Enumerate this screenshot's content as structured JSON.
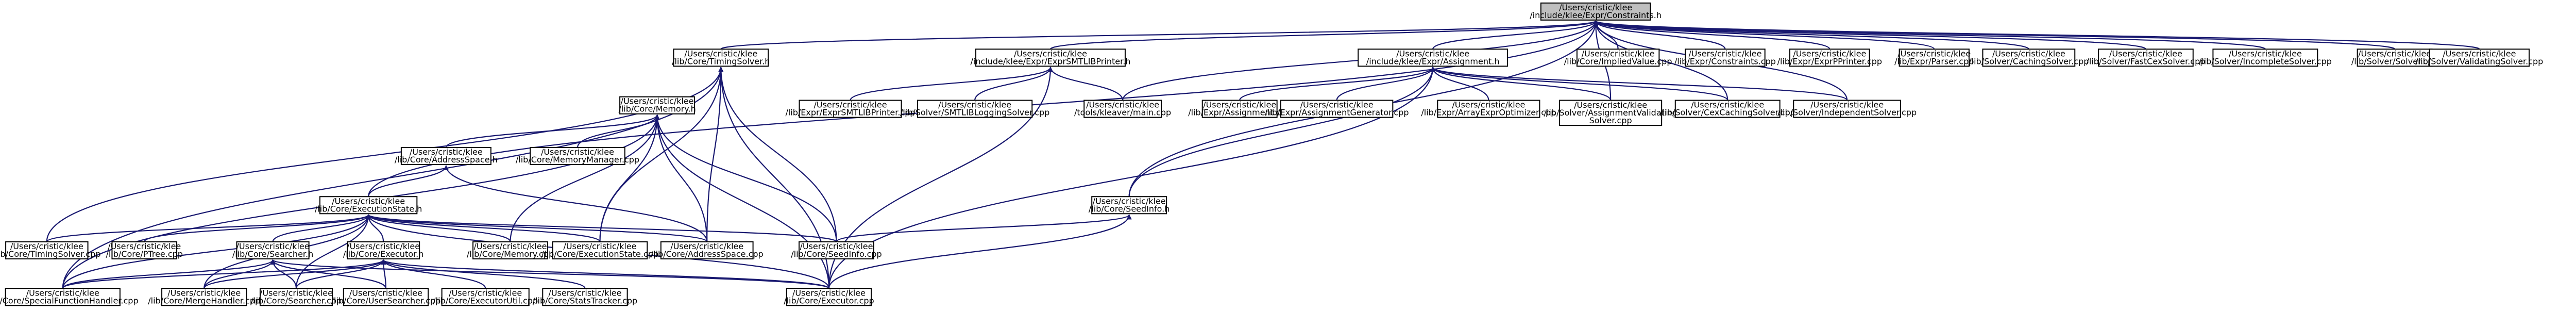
{
  "graph": {
    "title": "",
    "nodes": [
      {
        "id": "root",
        "lines": [
          "/Users/cristic/klee",
          "/include/klee/Expr/Constraints.h"
        ],
        "root": true
      },
      {
        "id": "timing",
        "lines": [
          "/Users/cristic/klee",
          "/lib/Core/TimingSolver.h"
        ]
      },
      {
        "id": "smtlibh",
        "lines": [
          "/Users/cristic/klee",
          "/include/klee/Expr/ExprSMTLIBPrinter.h"
        ]
      },
      {
        "id": "assignh",
        "lines": [
          "/Users/cristic/klee",
          "/include/klee/Expr/Assignment.h"
        ]
      },
      {
        "id": "implied",
        "lines": [
          "/Users/cristic/klee",
          "/lib/Core/ImpliedValue.cpp"
        ]
      },
      {
        "id": "constraints",
        "lines": [
          "/Users/cristic/klee",
          "/lib/Expr/Constraints.cpp"
        ]
      },
      {
        "id": "pprinter",
        "lines": [
          "/Users/cristic/klee",
          "/lib/Expr/ExprPPrinter.cpp"
        ]
      },
      {
        "id": "parser",
        "lines": [
          "/Users/cristic/klee",
          "/lib/Expr/Parser.cpp"
        ]
      },
      {
        "id": "caching",
        "lines": [
          "/Users/cristic/klee",
          "/lib/Solver/CachingSolver.cpp"
        ]
      },
      {
        "id": "fastcex",
        "lines": [
          "/Users/cristic/klee",
          "/lib/Solver/FastCexSolver.cpp"
        ]
      },
      {
        "id": "incomplete",
        "lines": [
          "/Users/cristic/klee",
          "/lib/Solver/IncompleteSolver.cpp"
        ]
      },
      {
        "id": "solver",
        "lines": [
          "/Users/cristic/klee",
          "/lib/Solver/Solver.cpp"
        ]
      },
      {
        "id": "validating",
        "lines": [
          "/Users/cristic/klee",
          "/lib/Solver/ValidatingSolver.cpp"
        ]
      },
      {
        "id": "smtlibcpp",
        "lines": [
          "/Users/cristic/klee",
          "/lib/Expr/ExprSMTLIBPrinter.cpp"
        ]
      },
      {
        "id": "smtlogging",
        "lines": [
          "/Users/cristic/klee",
          "/lib/Solver/SMTLIBLoggingSolver.cpp"
        ]
      },
      {
        "id": "kleaver",
        "lines": [
          "/Users/cristic/klee",
          "/tools/kleaver/main.cpp"
        ]
      },
      {
        "id": "assigncpp",
        "lines": [
          "/Users/cristic/klee",
          "/lib/Expr/Assignment.cpp"
        ]
      },
      {
        "id": "assigngen",
        "lines": [
          "/Users/cristic/klee",
          "/lib/Expr/AssignmentGenerator.cpp"
        ]
      },
      {
        "id": "arrayopt",
        "lines": [
          "/Users/cristic/klee",
          "/lib/Expr/ArrayExprOptimizer.cpp"
        ]
      },
      {
        "id": "assignvalid",
        "lines": [
          "/Users/cristic/klee",
          "/lib/Solver/AssignmentValidating",
          "Solver.cpp"
        ]
      },
      {
        "id": "cexcaching",
        "lines": [
          "/Users/cristic/klee",
          "/lib/Solver/CexCachingSolver.cpp"
        ]
      },
      {
        "id": "independent",
        "lines": [
          "/Users/cristic/klee",
          "/lib/Solver/IndependentSolver.cpp"
        ]
      },
      {
        "id": "memoryh",
        "lines": [
          "/Users/cristic/klee",
          "/lib/Core/Memory.h"
        ]
      },
      {
        "id": "addrspaceh",
        "lines": [
          "/Users/cristic/klee",
          "/lib/Core/AddressSpace.h"
        ]
      },
      {
        "id": "memmgr",
        "lines": [
          "/Users/cristic/klee",
          "/lib/Core/MemoryManager.cpp"
        ]
      },
      {
        "id": "seedinfoh",
        "lines": [
          "/Users/cristic/klee",
          "/lib/Core/SeedInfo.h"
        ]
      },
      {
        "id": "execstateh",
        "lines": [
          "/Users/cristic/klee",
          "/lib/Core/ExecutionState.h"
        ]
      },
      {
        "id": "timingcpp",
        "lines": [
          "/Users/cristic/klee",
          "/lib/Core/TimingSolver.cpp"
        ]
      },
      {
        "id": "ptree",
        "lines": [
          "/Users/cristic/klee",
          "/lib/Core/PTree.cpp"
        ]
      },
      {
        "id": "memorycpp",
        "lines": [
          "/Users/cristic/klee",
          "/lib/Core/Memory.cpp"
        ]
      },
      {
        "id": "execstatecpp",
        "lines": [
          "/Users/cristic/klee",
          "/lib/Core/ExecutionState.cpp"
        ]
      },
      {
        "id": "addrspacecpp",
        "lines": [
          "/Users/cristic/klee",
          "/lib/Core/AddressSpace.cpp"
        ]
      },
      {
        "id": "seedinfocpp",
        "lines": [
          "/Users/cristic/klee",
          "/lib/Core/SeedInfo.cpp"
        ]
      },
      {
        "id": "searcherh",
        "lines": [
          "/Users/cristic/klee",
          "/lib/Core/Searcher.h"
        ]
      },
      {
        "id": "executorh",
        "lines": [
          "/Users/cristic/klee",
          "/lib/Core/Executor.h"
        ]
      },
      {
        "id": "specialfn",
        "lines": [
          "/Users/cristic/klee",
          "/lib/Core/SpecialFunctionHandler.cpp"
        ]
      },
      {
        "id": "merge",
        "lines": [
          "/Users/cristic/klee",
          "/lib/Core/MergeHandler.cpp"
        ]
      },
      {
        "id": "searchercpp",
        "lines": [
          "/Users/cristic/klee",
          "/lib/Core/Searcher.cpp"
        ]
      },
      {
        "id": "usersearcher",
        "lines": [
          "/Users/cristic/klee",
          "/lib/Core/UserSearcher.cpp"
        ]
      },
      {
        "id": "executorutil",
        "lines": [
          "/Users/cristic/klee",
          "/lib/Core/ExecutorUtil.cpp"
        ]
      },
      {
        "id": "statstracker",
        "lines": [
          "/Users/cristic/klee",
          "/lib/Core/StatsTracker.cpp"
        ]
      },
      {
        "id": "executorcpp",
        "lines": [
          "/Users/cristic/klee",
          "/lib/Core/Executor.cpp"
        ]
      }
    ],
    "edges": [
      [
        "timing",
        "root"
      ],
      [
        "smtlibh",
        "root"
      ],
      [
        "assignh",
        "root"
      ],
      [
        "implied",
        "root"
      ],
      [
        "constraints",
        "root"
      ],
      [
        "pprinter",
        "root"
      ],
      [
        "parser",
        "root"
      ],
      [
        "caching",
        "root"
      ],
      [
        "fastcex",
        "root"
      ],
      [
        "incomplete",
        "root"
      ],
      [
        "solver",
        "root"
      ],
      [
        "validating",
        "root"
      ],
      [
        "kleaver",
        "root"
      ],
      [
        "seedinfoh",
        "root"
      ],
      [
        "execstateh",
        "root"
      ],
      [
        "cexcaching",
        "root"
      ],
      [
        "independent",
        "root"
      ],
      [
        "assignvalid",
        "root"
      ],
      [
        "timingcpp",
        "timing"
      ],
      [
        "execstatecpp",
        "timing"
      ],
      [
        "addrspacecpp",
        "timing"
      ],
      [
        "seedinfocpp",
        "timing"
      ],
      [
        "specialfn",
        "timing"
      ],
      [
        "executorcpp",
        "timing"
      ],
      [
        "smtlibcpp",
        "smtlibh"
      ],
      [
        "smtlogging",
        "smtlibh"
      ],
      [
        "kleaver",
        "smtlibh"
      ],
      [
        "executorcpp",
        "smtlibh"
      ],
      [
        "assigncpp",
        "assignh"
      ],
      [
        "assigngen",
        "assignh"
      ],
      [
        "arrayopt",
        "assignh"
      ],
      [
        "assignvalid",
        "assignh"
      ],
      [
        "cexcaching",
        "assignh"
      ],
      [
        "independent",
        "assignh"
      ],
      [
        "seedinfoh",
        "assignh"
      ],
      [
        "executorcpp",
        "assignh"
      ],
      [
        "addrspaceh",
        "memoryh"
      ],
      [
        "memmgr",
        "memoryh"
      ],
      [
        "memorycpp",
        "memoryh"
      ],
      [
        "execstatecpp",
        "memoryh"
      ],
      [
        "addrspacecpp",
        "memoryh"
      ],
      [
        "seedinfocpp",
        "memoryh"
      ],
      [
        "specialfn",
        "memoryh"
      ],
      [
        "executorcpp",
        "memoryh"
      ],
      [
        "execstateh",
        "addrspaceh"
      ],
      [
        "addrspacecpp",
        "addrspaceh"
      ],
      [
        "seedinfocpp",
        "seedinfoh"
      ],
      [
        "executorcpp",
        "seedinfoh"
      ],
      [
        "timingcpp",
        "execstateh"
      ],
      [
        "ptree",
        "execstateh"
      ],
      [
        "memorycpp",
        "execstateh"
      ],
      [
        "execstatecpp",
        "execstateh"
      ],
      [
        "addrspacecpp",
        "execstateh"
      ],
      [
        "seedinfocpp",
        "execstateh"
      ],
      [
        "searcherh",
        "execstateh"
      ],
      [
        "executorh",
        "execstateh"
      ],
      [
        "specialfn",
        "execstateh"
      ],
      [
        "merge",
        "execstateh"
      ],
      [
        "searchercpp",
        "execstateh"
      ],
      [
        "executorcpp",
        "execstateh"
      ],
      [
        "specialfn",
        "searcherh"
      ],
      [
        "merge",
        "searcherh"
      ],
      [
        "searchercpp",
        "searcherh"
      ],
      [
        "usersearcher",
        "searcherh"
      ],
      [
        "executorcpp",
        "searcherh"
      ],
      [
        "specialfn",
        "executorh"
      ],
      [
        "merge",
        "executorh"
      ],
      [
        "searchercpp",
        "executorh"
      ],
      [
        "usersearcher",
        "executorh"
      ],
      [
        "executorutil",
        "executorh"
      ],
      [
        "statstracker",
        "executorh"
      ],
      [
        "executorcpp",
        "executorh"
      ]
    ]
  }
}
